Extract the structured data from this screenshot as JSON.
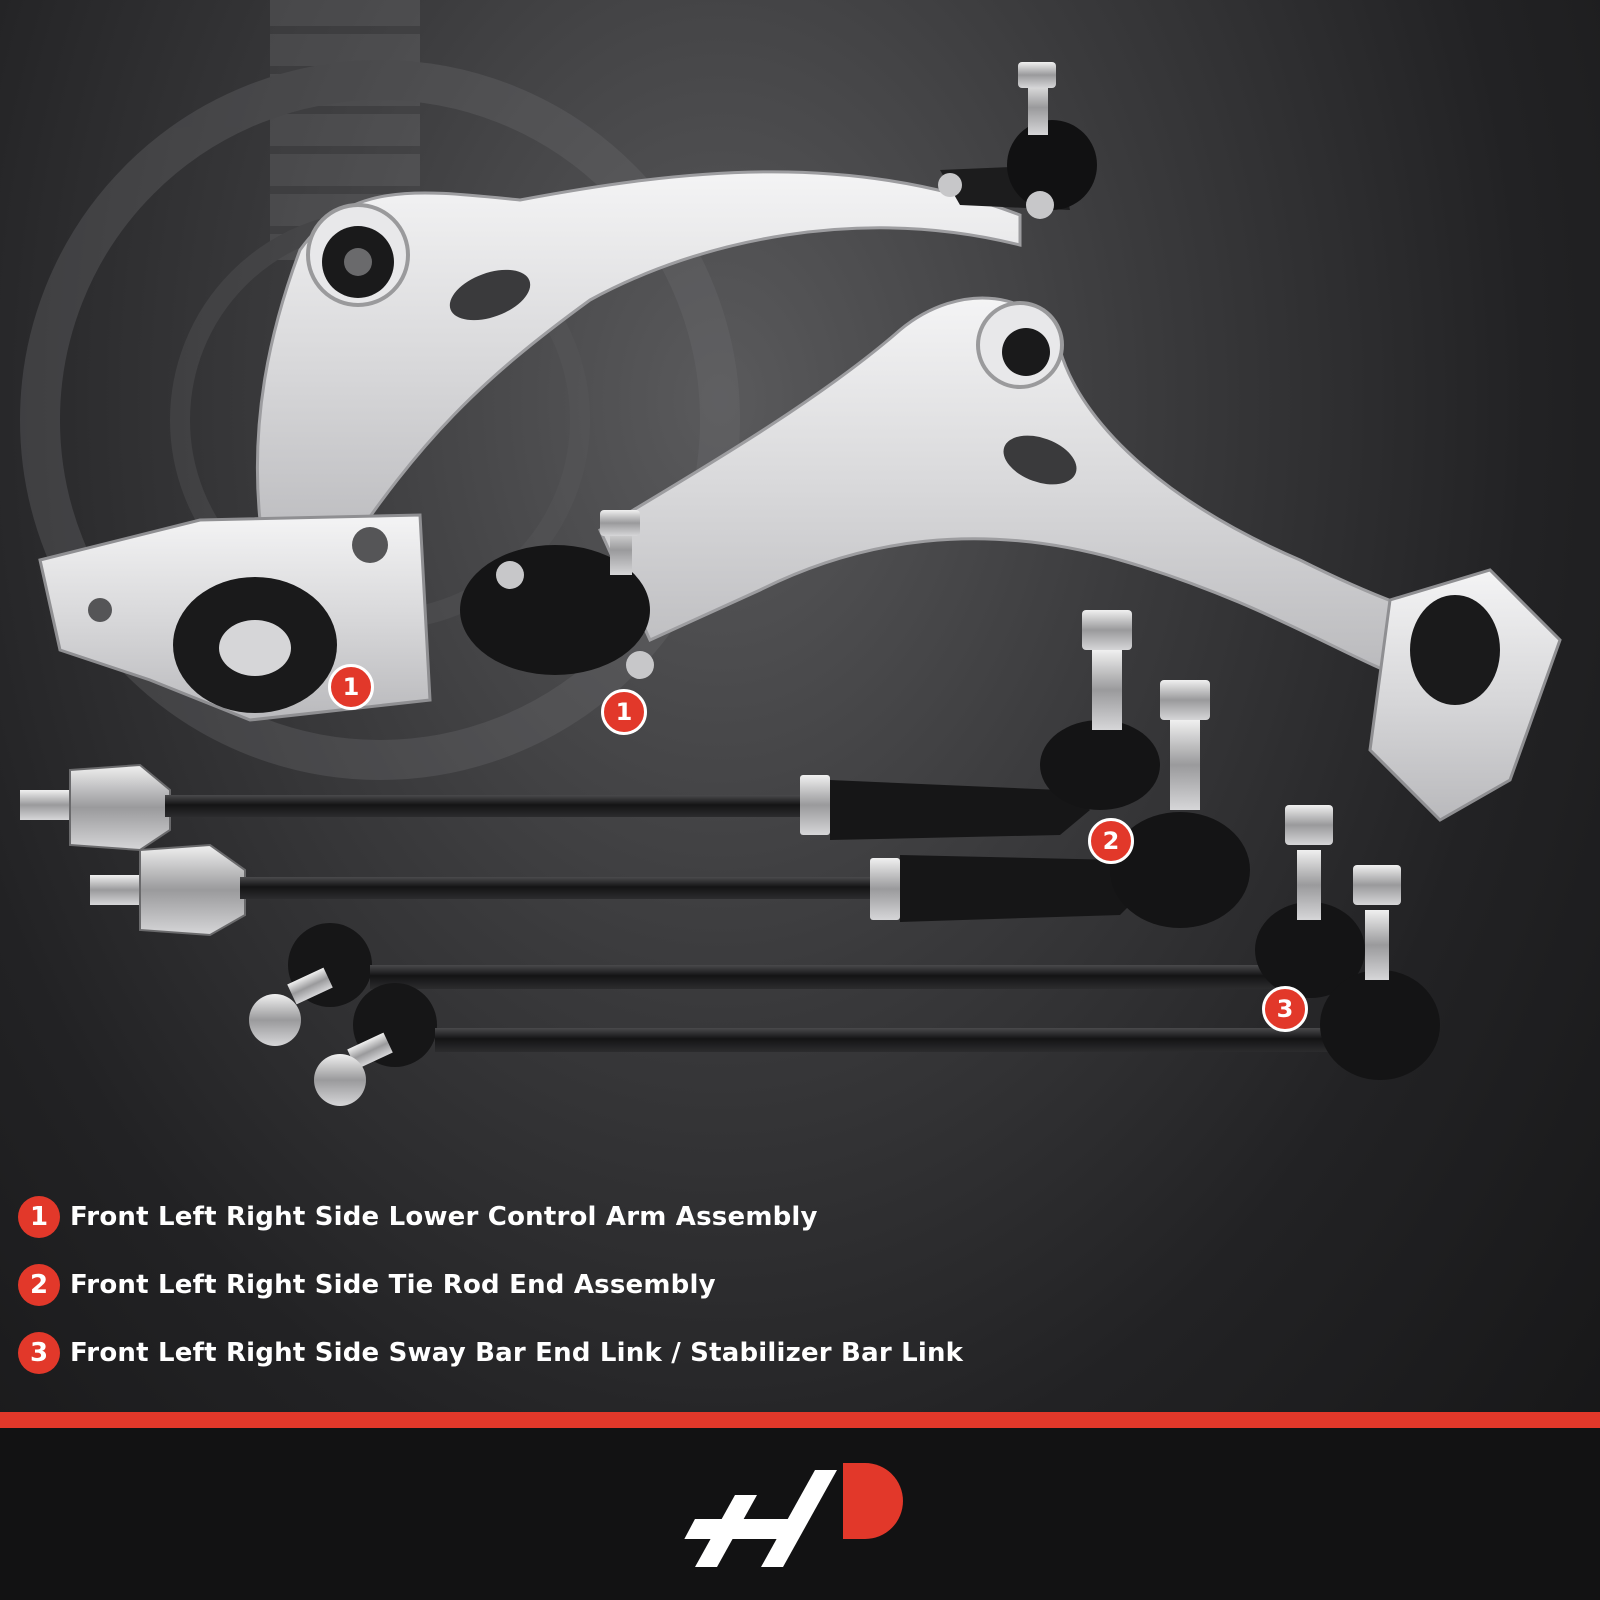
{
  "legend": [
    {
      "num": "1",
      "text": "Front Left Right Side Lower Control Arm Assembly"
    },
    {
      "num": "2",
      "text": "Front Left Right Side Tie Rod End Assembly"
    },
    {
      "num": "3",
      "text": "Front Left Right Side Sway Bar End Link / Stabilizer Bar Link"
    }
  ],
  "callouts": {
    "c1a": "1",
    "c1b": "1",
    "c2": "2",
    "c3": "3"
  },
  "colors": {
    "accent": "#e2382a",
    "background": "#1b1b1c",
    "metal": "#e4e4e6"
  }
}
